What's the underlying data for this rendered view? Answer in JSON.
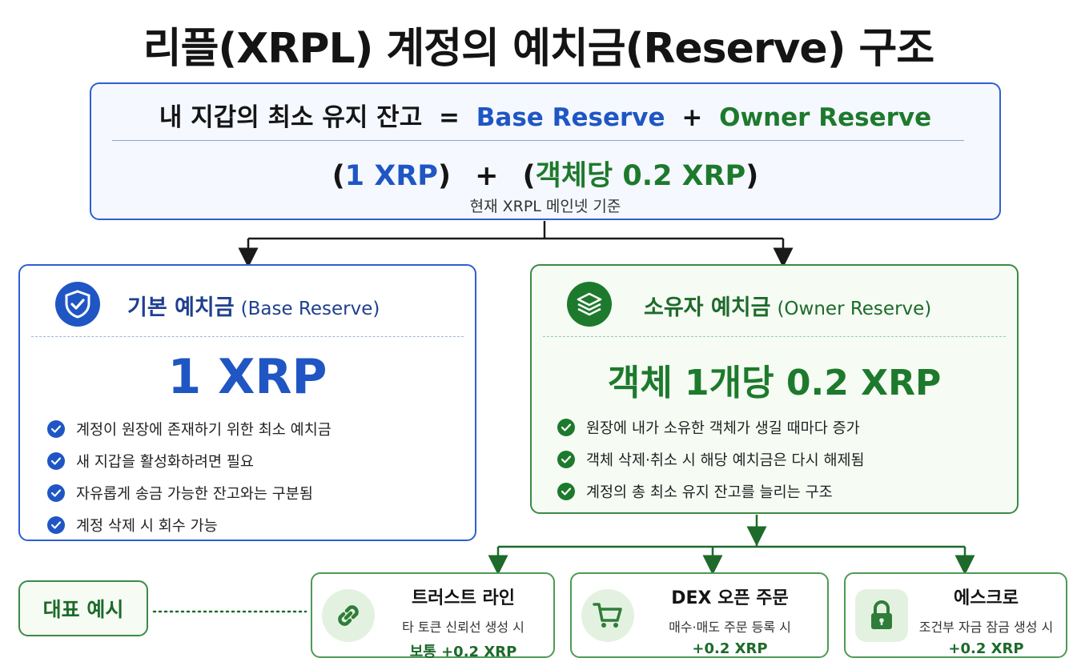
{
  "title": "리플(XRPL) 계정의 예치금(Reserve) 구조",
  "formula": {
    "lhs": "내 지갑의 최소 유지 잔고",
    "equals": "=",
    "base_term": "Base Reserve",
    "plus": "+",
    "owner_term": "Owner Reserve",
    "open_paren_1": "(",
    "base_value": "1 XRP",
    "close_paren_1": ")",
    "plus2": "+",
    "open_paren_2": "(",
    "owner_value": "객체당 0.2 XRP",
    "close_paren_2": ")",
    "note": "현재 XRPL 메인넷 기준"
  },
  "base_panel": {
    "title": "기본 예치금",
    "subtitle": "(Base Reserve)",
    "value": "1 XRP",
    "icon": "shield-check-icon",
    "bullets": [
      "계정이 원장에 존재하기 위한 최소 예치금",
      "새 지갑을 활성화하려면 필요",
      "자유롭게 송금 가능한 잔고와는 구분됨",
      "계정 삭제 시 회수 가능"
    ]
  },
  "owner_panel": {
    "title": "소유자 예치금",
    "subtitle": "(Owner Reserve)",
    "value": "객체 1개당 0.2 XRP",
    "icon": "layers-icon",
    "bullets": [
      "원장에 내가 소유한 객체가 생길 때마다 증가",
      "객체 삭제·취소 시 해당 예치금은 다시 해제됨",
      "계정의 총 최소 유지 잔고를 늘리는 구조"
    ]
  },
  "examples": {
    "label": "대표 예시",
    "items": [
      {
        "title": "트러스트 라인",
        "desc": "타 토큰 신뢰선 생성 시",
        "cost": "보통 +0.2 XRP",
        "icon": "link-icon"
      },
      {
        "title": "DEX 오픈 주문",
        "desc": "매수·매도 주문 등록 시",
        "cost": "+0.2 XRP",
        "icon": "cart-icon"
      },
      {
        "title": "에스크로",
        "desc": "조건부 자금 잠금 생성 시",
        "cost": "+0.2 XRP",
        "icon": "lock-icon"
      }
    ]
  },
  "colors": {
    "blue": "#1f56c4",
    "green": "#1d7a2c",
    "connector": "#1a1a1a"
  }
}
